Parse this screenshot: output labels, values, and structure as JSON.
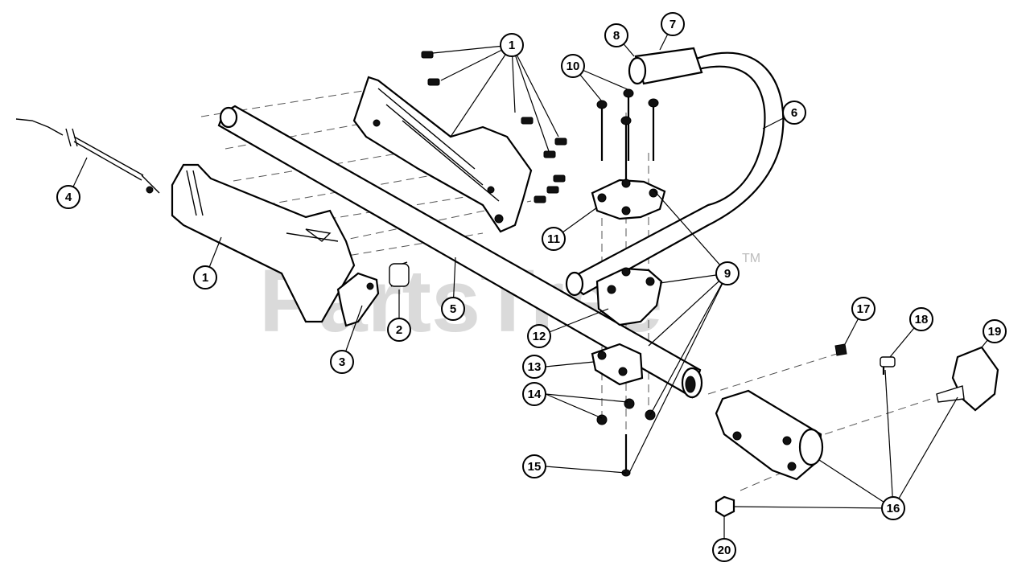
{
  "watermark": {
    "text": "PartsTree",
    "tm": "TM"
  },
  "callouts": [
    {
      "id": "c1a",
      "label": "1"
    },
    {
      "id": "c1b",
      "label": "1"
    },
    {
      "id": "c2",
      "label": "2"
    },
    {
      "id": "c3",
      "label": "3"
    },
    {
      "id": "c4",
      "label": "4"
    },
    {
      "id": "c5",
      "label": "5"
    },
    {
      "id": "c6",
      "label": "6"
    },
    {
      "id": "c7",
      "label": "7"
    },
    {
      "id": "c8",
      "label": "8"
    },
    {
      "id": "c9",
      "label": "9"
    },
    {
      "id": "c10",
      "label": "10"
    },
    {
      "id": "c11",
      "label": "11"
    },
    {
      "id": "c12",
      "label": "12"
    },
    {
      "id": "c13",
      "label": "13"
    },
    {
      "id": "c14",
      "label": "14"
    },
    {
      "id": "c15",
      "label": "15"
    },
    {
      "id": "c16",
      "label": "16"
    },
    {
      "id": "c17",
      "label": "17"
    },
    {
      "id": "c18",
      "label": "18"
    },
    {
      "id": "c19",
      "label": "19"
    },
    {
      "id": "c20",
      "label": "20"
    }
  ]
}
